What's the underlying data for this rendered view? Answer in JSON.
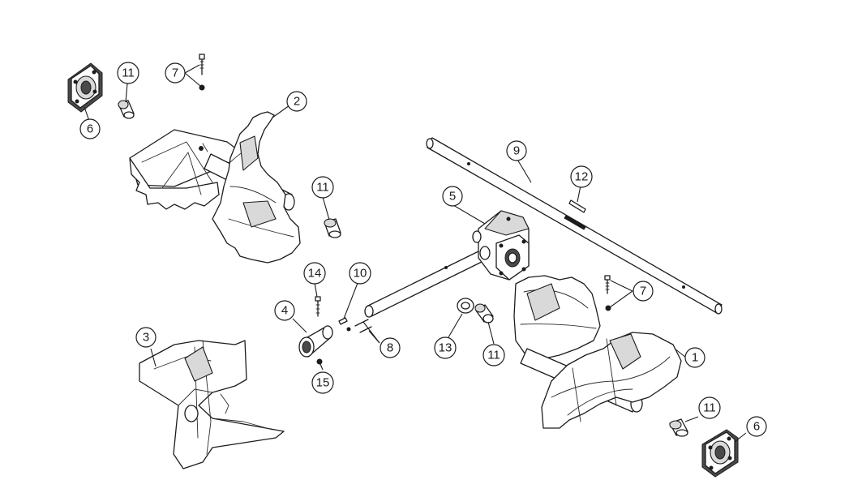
{
  "diagram": {
    "type": "exploded-parts-diagram",
    "line_color": "#1c1c1c",
    "background": "#ffffff",
    "callouts": [
      {
        "label": "11",
        "part": "bushing"
      },
      {
        "label": "7",
        "part": "bolt"
      },
      {
        "label": "6",
        "part": "bearing-flange"
      },
      {
        "label": "2",
        "part": "auger-left"
      },
      {
        "label": "9",
        "part": "main-shaft"
      },
      {
        "label": "12",
        "part": "shear-pin"
      },
      {
        "label": "11",
        "part": "bushing"
      },
      {
        "label": "5",
        "part": "gearbox"
      },
      {
        "label": "14",
        "part": "bolt"
      },
      {
        "label": "10",
        "part": "pin"
      },
      {
        "label": "4",
        "part": "impeller-hub"
      },
      {
        "label": "7",
        "part": "bolt"
      },
      {
        "label": "8",
        "part": "bolt"
      },
      {
        "label": "3",
        "part": "impeller"
      },
      {
        "label": "13",
        "part": "washer"
      },
      {
        "label": "11",
        "part": "bushing"
      },
      {
        "label": "1",
        "part": "auger-right"
      },
      {
        "label": "15",
        "part": "nut"
      },
      {
        "label": "11",
        "part": "bushing"
      },
      {
        "label": "6",
        "part": "bearing-flange"
      }
    ]
  }
}
